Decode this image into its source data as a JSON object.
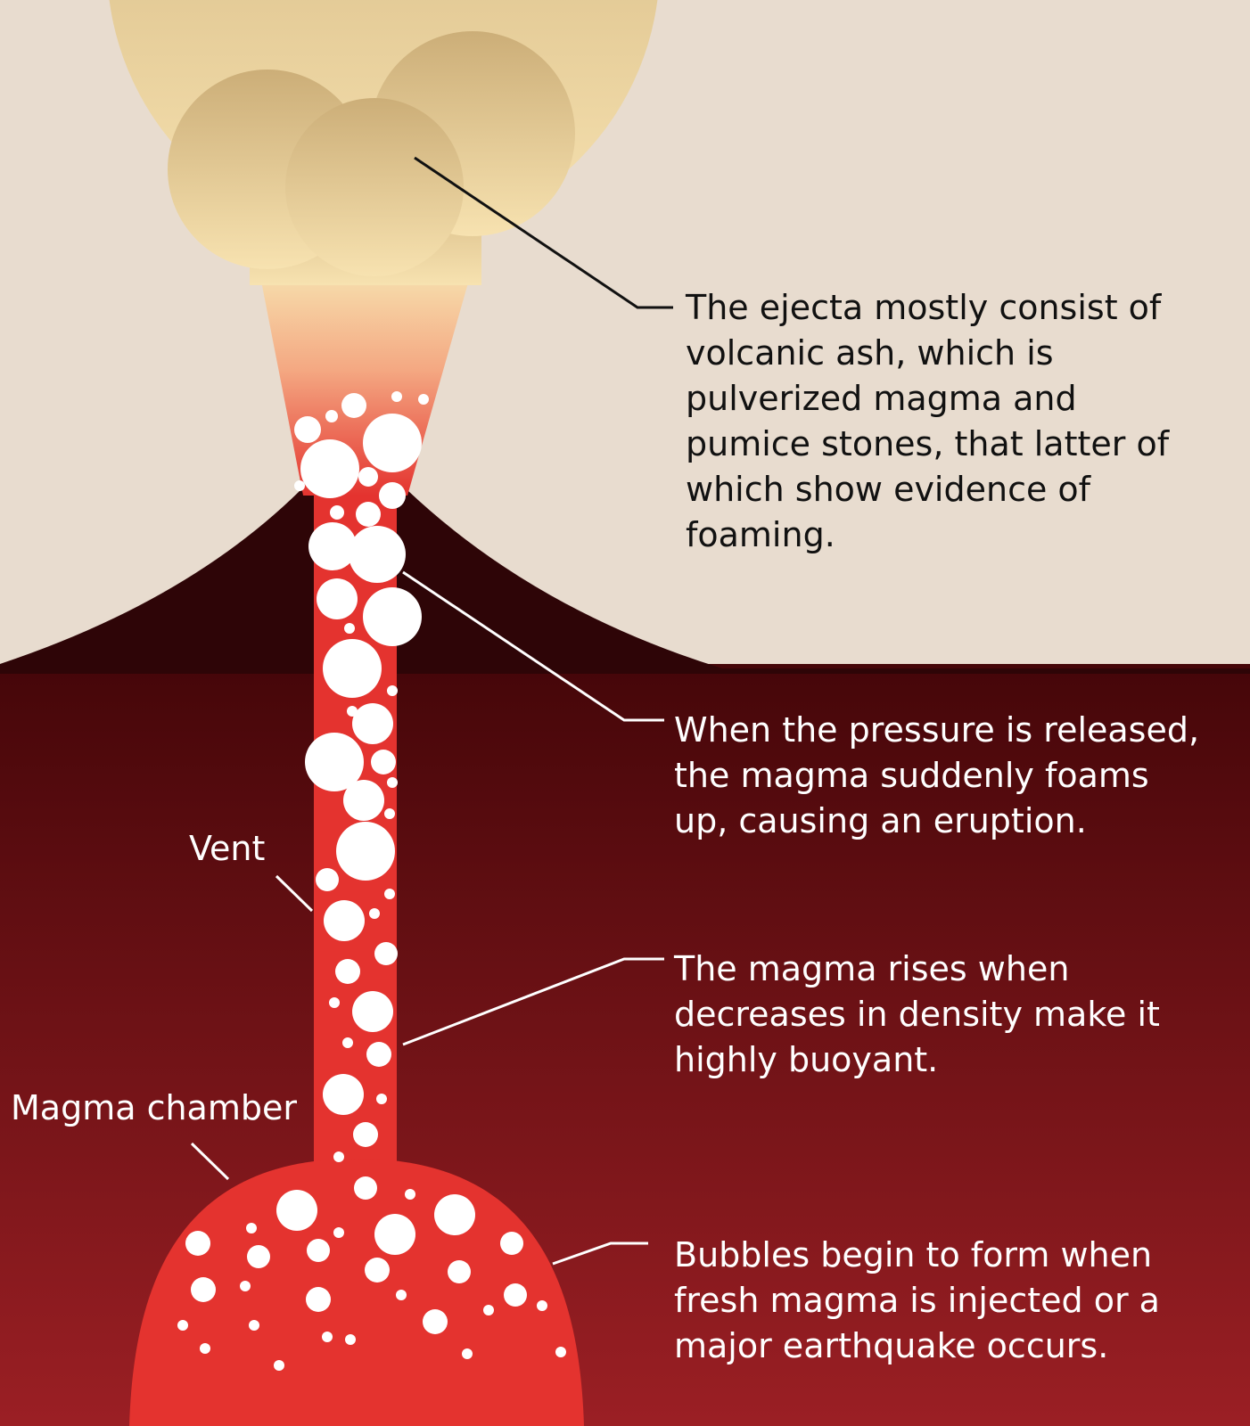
{
  "labels": {
    "ejecta": "The ejecta mostly consist of\nvolcanic ash, which is\npulverized magma and\npumice stones, that latter of\nwhich show evidence of\nfoaming.",
    "pressure": "When the pressure is released,\nthe magma suddenly foams\nup, causing an eruption.",
    "rises": "The magma rises when\ndecreases in density make it\nhighly buoyant.",
    "bubbles": "Bubbles begin to form when\nfresh magma is injected or a\nmajor earthquake occurs.",
    "vent": "Vent",
    "chamber": "Magma chamber"
  },
  "colors": {
    "sky": "#e8dccf",
    "mountain": "#2e0507",
    "underground_top": "#450609",
    "underground_bottom": "#9b1f24",
    "magma": "#e4332f",
    "ash_cloud_top": "#ccae78",
    "ash_cloud_bottom": "#f7e2b0",
    "bubble": "#ffffff"
  },
  "icons": [
    "ash-cloud-icon",
    "volcano-icon",
    "magma-chamber-icon",
    "bubble-icon"
  ]
}
